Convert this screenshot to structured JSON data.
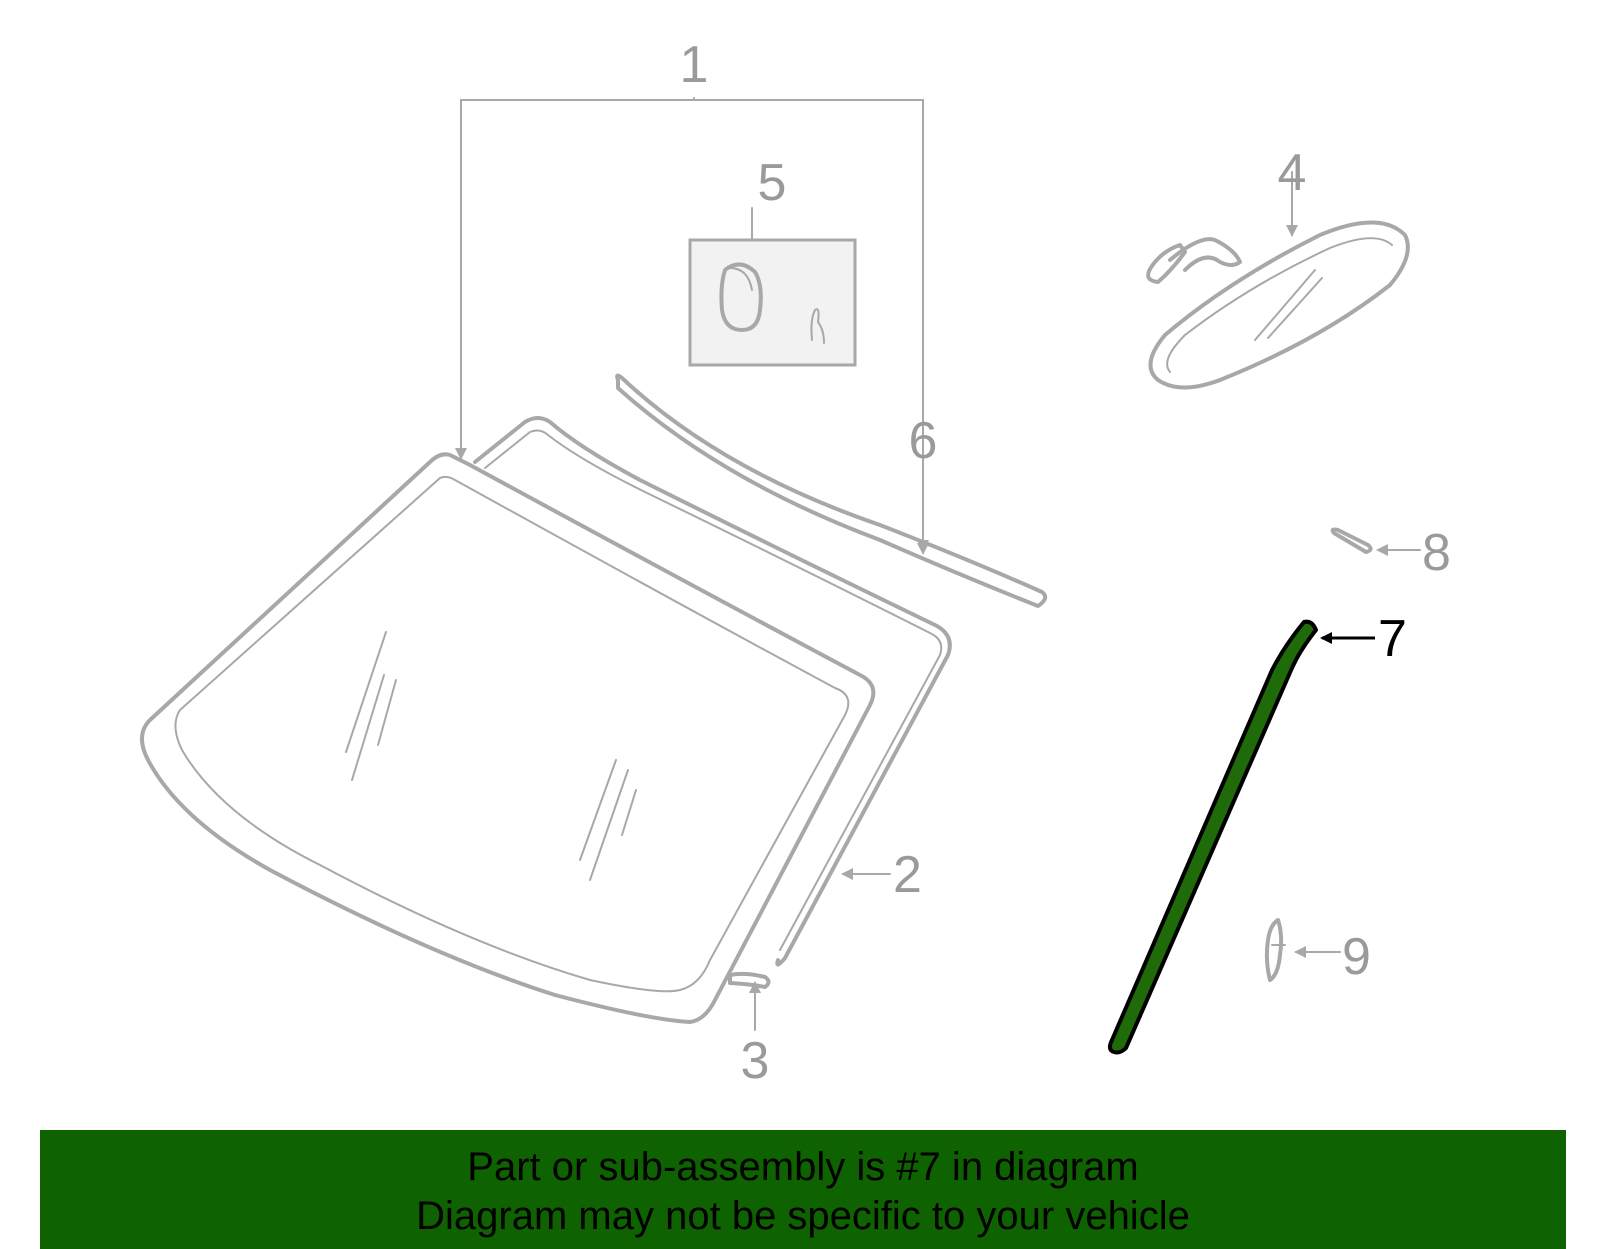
{
  "diagram": {
    "highlight_color": "#1f6b0a",
    "line_color": "#a8a8a8",
    "active_label_color": "#000000",
    "callouts": [
      {
        "id": "1",
        "text": "1"
      },
      {
        "id": "2",
        "text": "2"
      },
      {
        "id": "3",
        "text": "3"
      },
      {
        "id": "4",
        "text": "4"
      },
      {
        "id": "5",
        "text": "5"
      },
      {
        "id": "6",
        "text": "6"
      },
      {
        "id": "7",
        "text": "7"
      },
      {
        "id": "8",
        "text": "8"
      },
      {
        "id": "9",
        "text": "9"
      }
    ]
  },
  "banner": {
    "line1": "Part or sub-assembly is #7 in diagram",
    "line2": "Diagram may not be specific to your vehicle",
    "background": "#0f6200"
  }
}
